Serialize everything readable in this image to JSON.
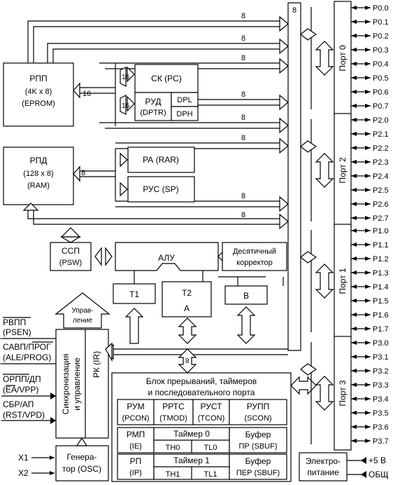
{
  "blocks": {
    "rpp": {
      "title": "РПП",
      "size": "(4K x 8)",
      "sub": "(EPROM)"
    },
    "rpd": {
      "title": "РПД",
      "size": "(128 x 8)",
      "sub": "(RAM)"
    },
    "ck": "СК (PC)",
    "rud": {
      "a": "РУД",
      "b": "(DPTR)"
    },
    "dpl": "DPL",
    "dph": "DPH",
    "ra": "РА (RAR)",
    "rus": "РУС (SP)",
    "ssp": {
      "a": "ССП",
      "b": "(PSW)"
    },
    "alu": "АЛУ",
    "dec": {
      "a": "Десятичный",
      "b": "корректор"
    },
    "t1": "Т1",
    "t2": {
      "a": "Т2",
      "b": "А"
    },
    "b": "В",
    "sync": {
      "a": "Синхронизация",
      "b": "и управление"
    },
    "rk": "РК (IR)",
    "upr": {
      "a": "Управ-",
      "b": "ление"
    },
    "gen": {
      "a": "Генера-",
      "b": "тор (OSC)"
    },
    "intr": {
      "a": "Блок прерываний, таймеров",
      "b": "и последовательного порта"
    },
    "rum": {
      "a": "РУМ",
      "b": "(PCON)"
    },
    "rrts": {
      "a": "РРТС",
      "b": "(TMOD)"
    },
    "rust": {
      "a": "РУСТ",
      "b": "(TCON)"
    },
    "rupp": {
      "a": "РУПП",
      "b": "(SCON)"
    },
    "rmp": {
      "a": "РМП",
      "b": "(IE)"
    },
    "timer0": {
      "a": "Таймер 0",
      "th": "TH0",
      "tl": "TL0"
    },
    "buf_pr": {
      "a": "Буфер",
      "b": "ПР (SBUF)"
    },
    "rp": {
      "a": "РП",
      "b": "(IP)"
    },
    "timer1": {
      "a": "Таймер 1",
      "th": "TH1",
      "tl": "TL1"
    },
    "buf_per": {
      "a": "Буфер",
      "b": "ПЕР (SBUF)"
    },
    "power": {
      "a": "Электро-",
      "b": "питание"
    }
  },
  "bus_widths": {
    "w8": "8",
    "w16": "16"
  },
  "ports": [
    {
      "label": "Порт 0",
      "pins": [
        "P0.0",
        "P0.1",
        "P0.2",
        "P0.3",
        "P0.4",
        "P0.5",
        "P0.6",
        "P0.7"
      ]
    },
    {
      "label": "Порт 2",
      "pins": [
        "P2.0",
        "P2.1",
        "P2.2",
        "P2.3",
        "P2.4",
        "P2.5",
        "P2.6",
        "P2.7"
      ]
    },
    {
      "label": "Порт 1",
      "pins": [
        "P1.0",
        "P1.1",
        "P1.2",
        "P1.3",
        "P1.4",
        "P1.5",
        "P1.6",
        "P1.7"
      ]
    },
    {
      "label": "Порт 3",
      "pins": [
        "P3.0",
        "P3.1",
        "P3.2",
        "P3.3",
        "P3.4",
        "P3.5",
        "P3.6",
        "P3.7"
      ]
    }
  ],
  "control_signals": [
    {
      "ru": "РВПП",
      "en": "(PSEN)",
      "overline": true
    },
    {
      "ru": "САВП/ПРОГ",
      "en": "(ALE/PROG)",
      "overline_part": "ПРОГ"
    },
    {
      "ru": "ОРПП/ДП",
      "en": "(EA/VPP)",
      "overline_part": "ОРПП",
      "en_overline_part": "EA"
    },
    {
      "ru": "СБР/АП",
      "en": "(RST/VPD)"
    }
  ],
  "clock_inputs": [
    "X1",
    "X2"
  ],
  "power_pins": [
    "+5 В",
    "ОБЩ"
  ]
}
